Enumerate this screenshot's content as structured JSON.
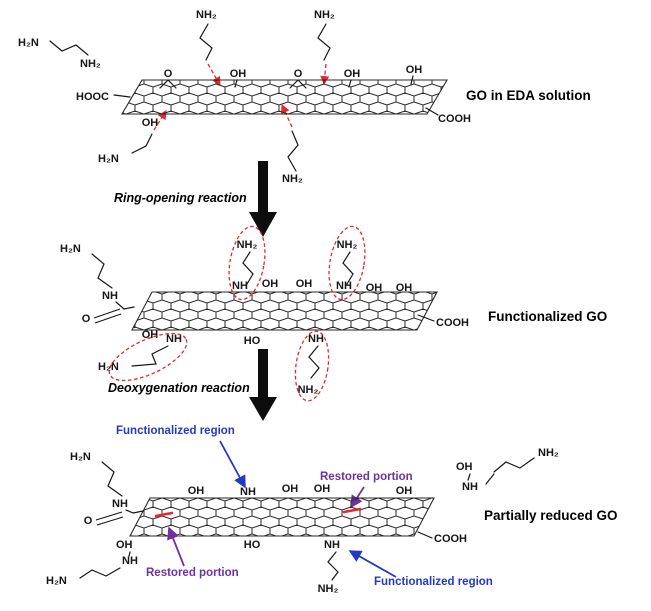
{
  "colors": {
    "red": "#e8262b",
    "blue": "#2438c8",
    "purple": "#7030a0",
    "ink": "#161616"
  },
  "stages": {
    "top": "GO in EDA solution",
    "middle": "Functionalized GO",
    "bottom": "Partially reduced GO"
  },
  "reactions": {
    "ring_opening": "Ring-opening reaction",
    "deoxygenation": "Deoxygenation reaction"
  },
  "annotations": {
    "functionalized_region": "Functionalized region",
    "restored_portion": "Restored portion"
  },
  "chem": {
    "h2n": "H₂N",
    "nh2": "NH₂",
    "nh": "NH",
    "oh": "OH",
    "ho": "HO",
    "o": "O",
    "hooc": "HOOC",
    "cooh": "COOH"
  }
}
